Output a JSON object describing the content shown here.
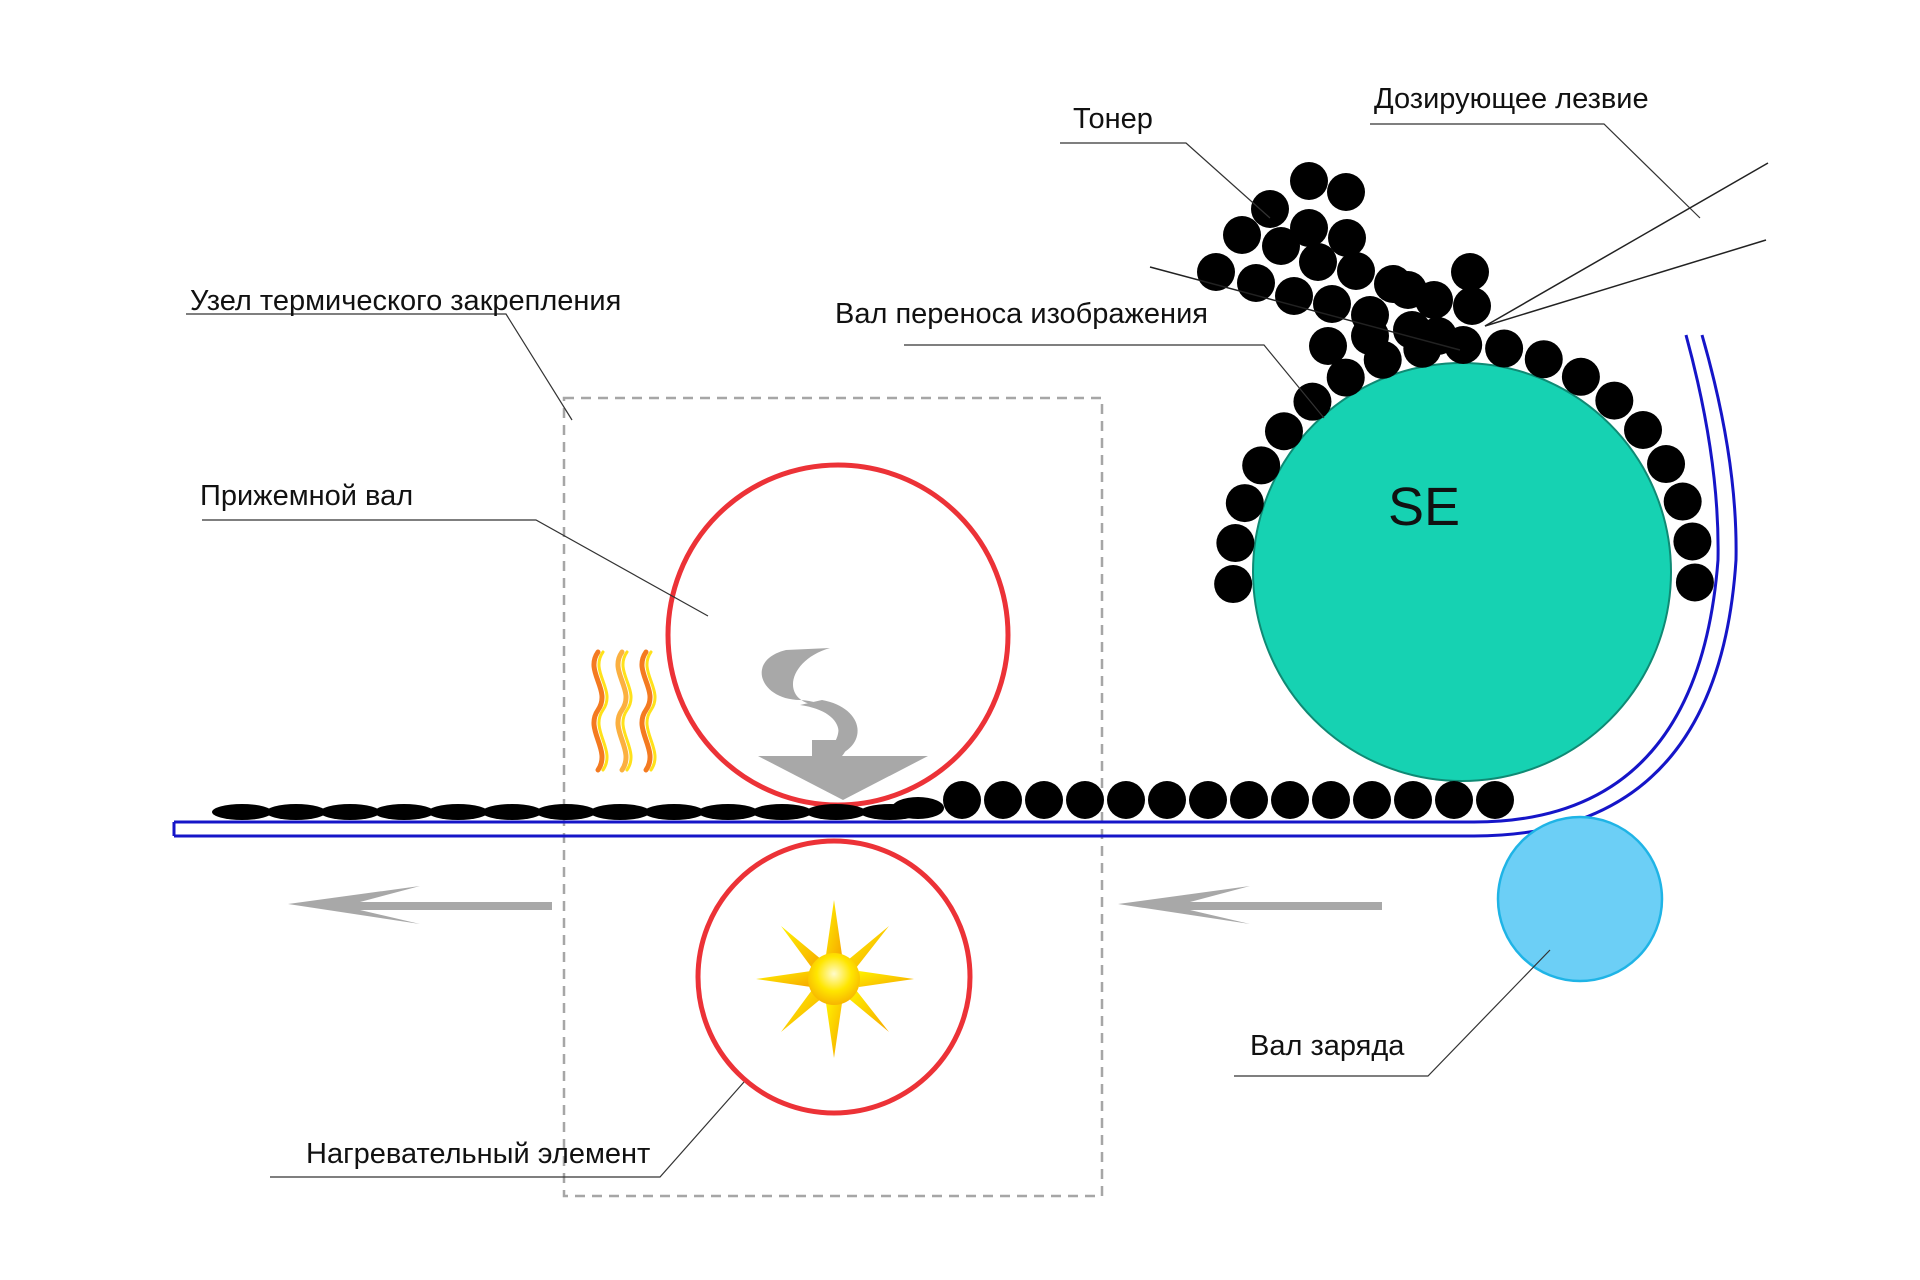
{
  "labels": {
    "toner": "Тонер",
    "metering_blade": "Дозирующее лезвие",
    "fuser_assembly": "Узел термического закрепления",
    "transfer_roller": "Вал переноса изображения",
    "pressure_roller": "Прижемной вал",
    "heating_element": "Нагревательный элемент",
    "charge_roller": "Вал заряда"
  },
  "roller_text": "SE",
  "colors": {
    "transfer_roller_fill": "#16d2b2",
    "charge_roller_fill": "#6ccff6",
    "charge_roller_stroke": "#1fb4e6",
    "fuser_rollers": "#ec3237",
    "belt": "#1515c8",
    "toner": "#000000",
    "arrows": "#a8a8a8",
    "heat_waves": [
      "#f47a20",
      "#fbb040",
      "#ffe11a"
    ],
    "sun": "#ffd200"
  },
  "icons": {
    "heat_waves": "heat-waves-icon",
    "sun": "sun-icon",
    "pressure_arrow": "pressure-arrow-icon",
    "feed_arrows": "arrow-left-icon"
  }
}
